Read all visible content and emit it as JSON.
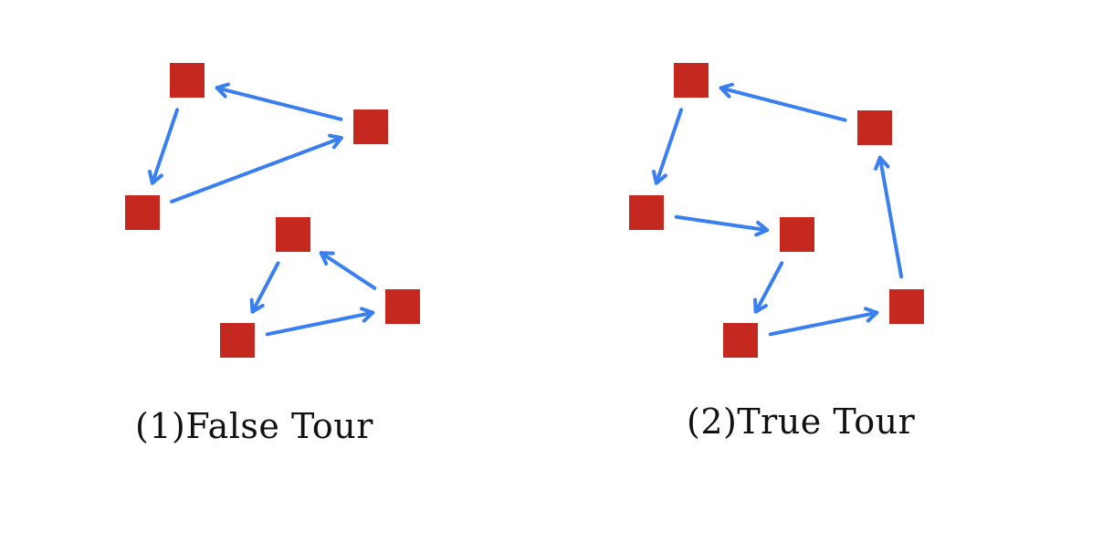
{
  "colors": {
    "node": "#c4281f",
    "edge": "#3a7ff0",
    "text": "#111111"
  },
  "panels": [
    {
      "id": "false-tour",
      "caption": "(1)False Tour",
      "node_count": 6,
      "edges": [
        [
          "A",
          "B"
        ],
        [
          "B",
          "C"
        ],
        [
          "C",
          "A"
        ],
        [
          "D",
          "E"
        ],
        [
          "E",
          "F"
        ],
        [
          "F",
          "D"
        ]
      ],
      "cycles": 2
    },
    {
      "id": "true-tour",
      "caption": "(2)True Tour",
      "node_count": 6,
      "edges": [
        [
          "A",
          "B"
        ],
        [
          "B",
          "C"
        ],
        [
          "C",
          "D"
        ],
        [
          "D",
          "E"
        ],
        [
          "E",
          "F"
        ],
        [
          "F",
          "A"
        ]
      ],
      "cycles": 1
    }
  ]
}
